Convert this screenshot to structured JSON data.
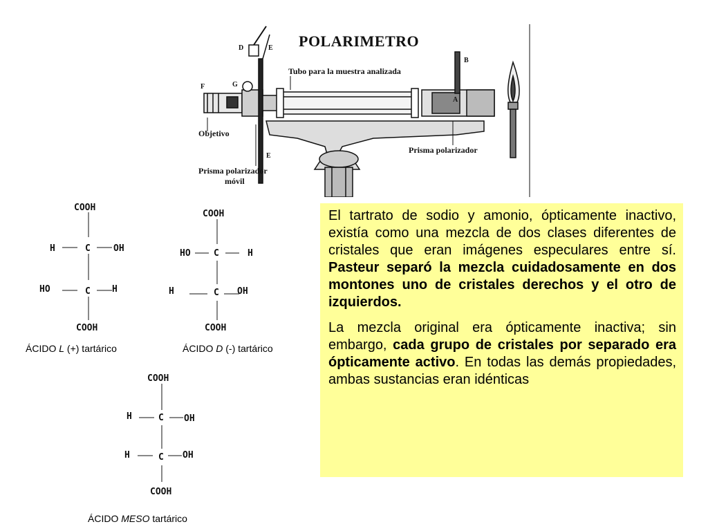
{
  "polarimeter": {
    "title": "POLARIMETRO",
    "labels": {
      "tube": "Tubo para la muestra analizada",
      "objective": "Objetivo",
      "mobile_prism_line1": "Prisma polarizador",
      "mobile_prism_line2": "móvil",
      "polarizer_prism": "Prisma polarizador"
    },
    "letters": {
      "d": "D",
      "e_top": "E",
      "b": "B",
      "f": "F",
      "g": "G",
      "e_bottom": "E",
      "a": "A"
    }
  },
  "molecules": {
    "l_tartaric": {
      "top": "COOH",
      "left1": "H",
      "c1": "C",
      "right1": "OH",
      "left2": "HO",
      "c2": "C",
      "right2": "H",
      "bottom": "COOH",
      "caption_prefix": "ÁCIDO ",
      "caption_italic": "L",
      "caption_suffix": " (+) tartárico"
    },
    "d_tartaric": {
      "top": "COOH",
      "left1": "HO",
      "c1": "C",
      "right1": "H",
      "left2": "H",
      "c2": "C",
      "right2": "OH",
      "bottom": "COOH",
      "caption_prefix": "ÁCIDO ",
      "caption_italic": "D",
      "caption_suffix": " (-) tartárico"
    },
    "meso_tartaric": {
      "top": "COOH",
      "left1": "H",
      "c1": "C",
      "right1": "OH",
      "left2": "H",
      "c2": "C",
      "right2": "OH",
      "bottom": "COOH",
      "caption_prefix": "ÁCIDO ",
      "caption_italic": "MESO",
      "caption_suffix": " tartárico"
    }
  },
  "text_box": {
    "p1_normal": "El tartrato de sodio y amonio, ópticamente inactivo, existía como una mezcla de dos clases diferentes de cristales que eran imágenes especulares entre sí. ",
    "p1_bold": "Pasteur separó la mezcla cuidadosamente en dos montones uno de cristales derechos y el otro de izquierdos.",
    "p2_normal_a": "La mezcla original era ópticamente inactiva; sin embargo, ",
    "p2_bold": "cada grupo de cristales por separado era ópticamente activo",
    "p2_normal_b": ". En todas las demás propiedades, ambas sustancias eran idénticas",
    "background_color": "#ffff99"
  }
}
